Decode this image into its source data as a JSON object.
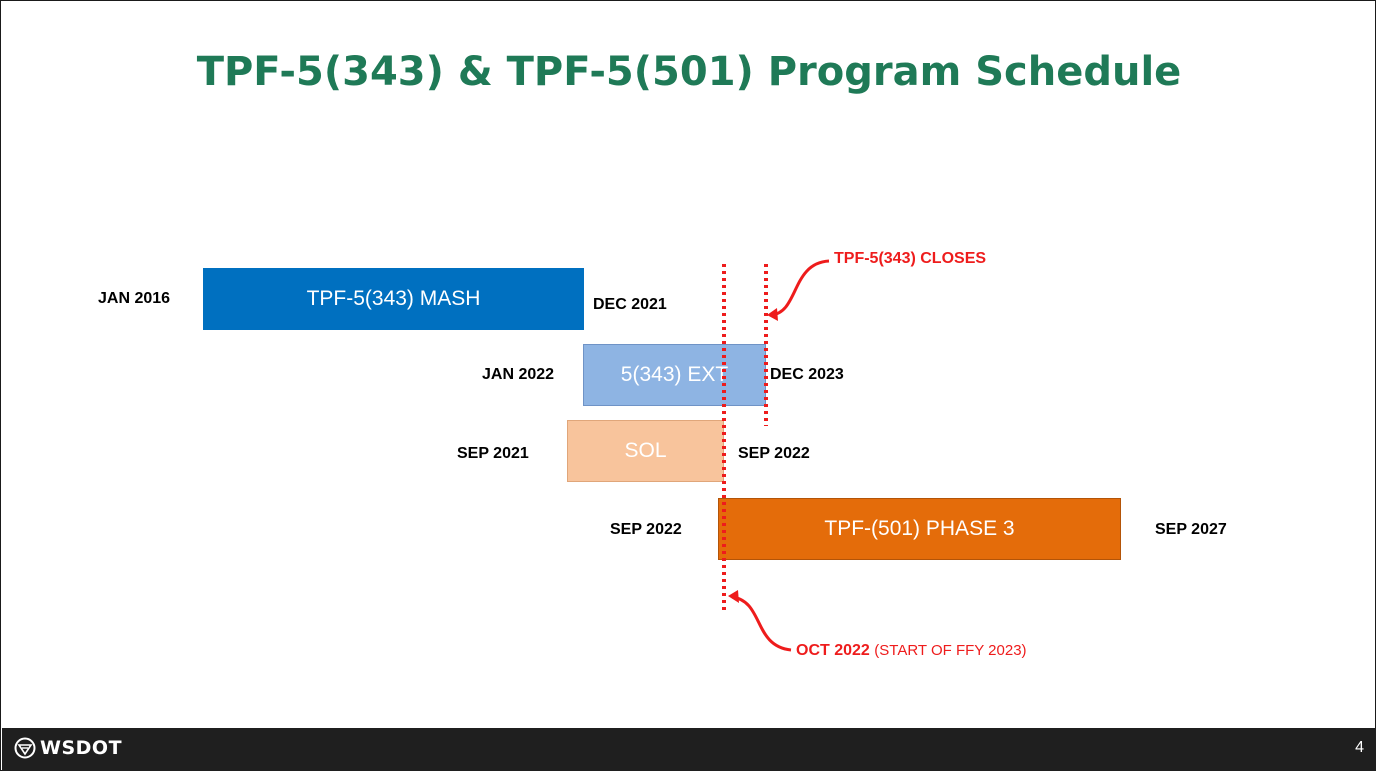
{
  "slide": {
    "title": "TPF-5(343) & TPF-5(501) Program Schedule",
    "page_number": "4",
    "footer_logo": "WSDOT"
  },
  "bars": [
    {
      "id": "mash",
      "label": "TPF-5(343) MASH",
      "start_label": "JAN 2016",
      "end_label": "DEC 2021",
      "color": "#0070c0",
      "text_color": "#ffffff"
    },
    {
      "id": "ext",
      "label": "5(343) EXT",
      "start_label": "JAN 2022",
      "end_label": "DEC 2023",
      "color": "#8eb4e3",
      "text_color": "#ffffff"
    },
    {
      "id": "sol",
      "label": "SOL",
      "start_label": "SEP 2021",
      "end_label": "SEP 2022",
      "color": "#f8c49c",
      "text_color": "#ffffff"
    },
    {
      "id": "phase3",
      "label": "TPF-(501) PHASE 3",
      "start_label": "SEP 2022",
      "end_label": "SEP 2027",
      "color": "#e46c0a",
      "text_color": "#ffffff"
    }
  ],
  "markers": {
    "closes": {
      "label": "TPF-5(343) CLOSES"
    },
    "oct": {
      "label_bold": "OCT 2022",
      "label_rest": "(START OF FFY 2023)"
    },
    "color": "#ee1c1c"
  }
}
